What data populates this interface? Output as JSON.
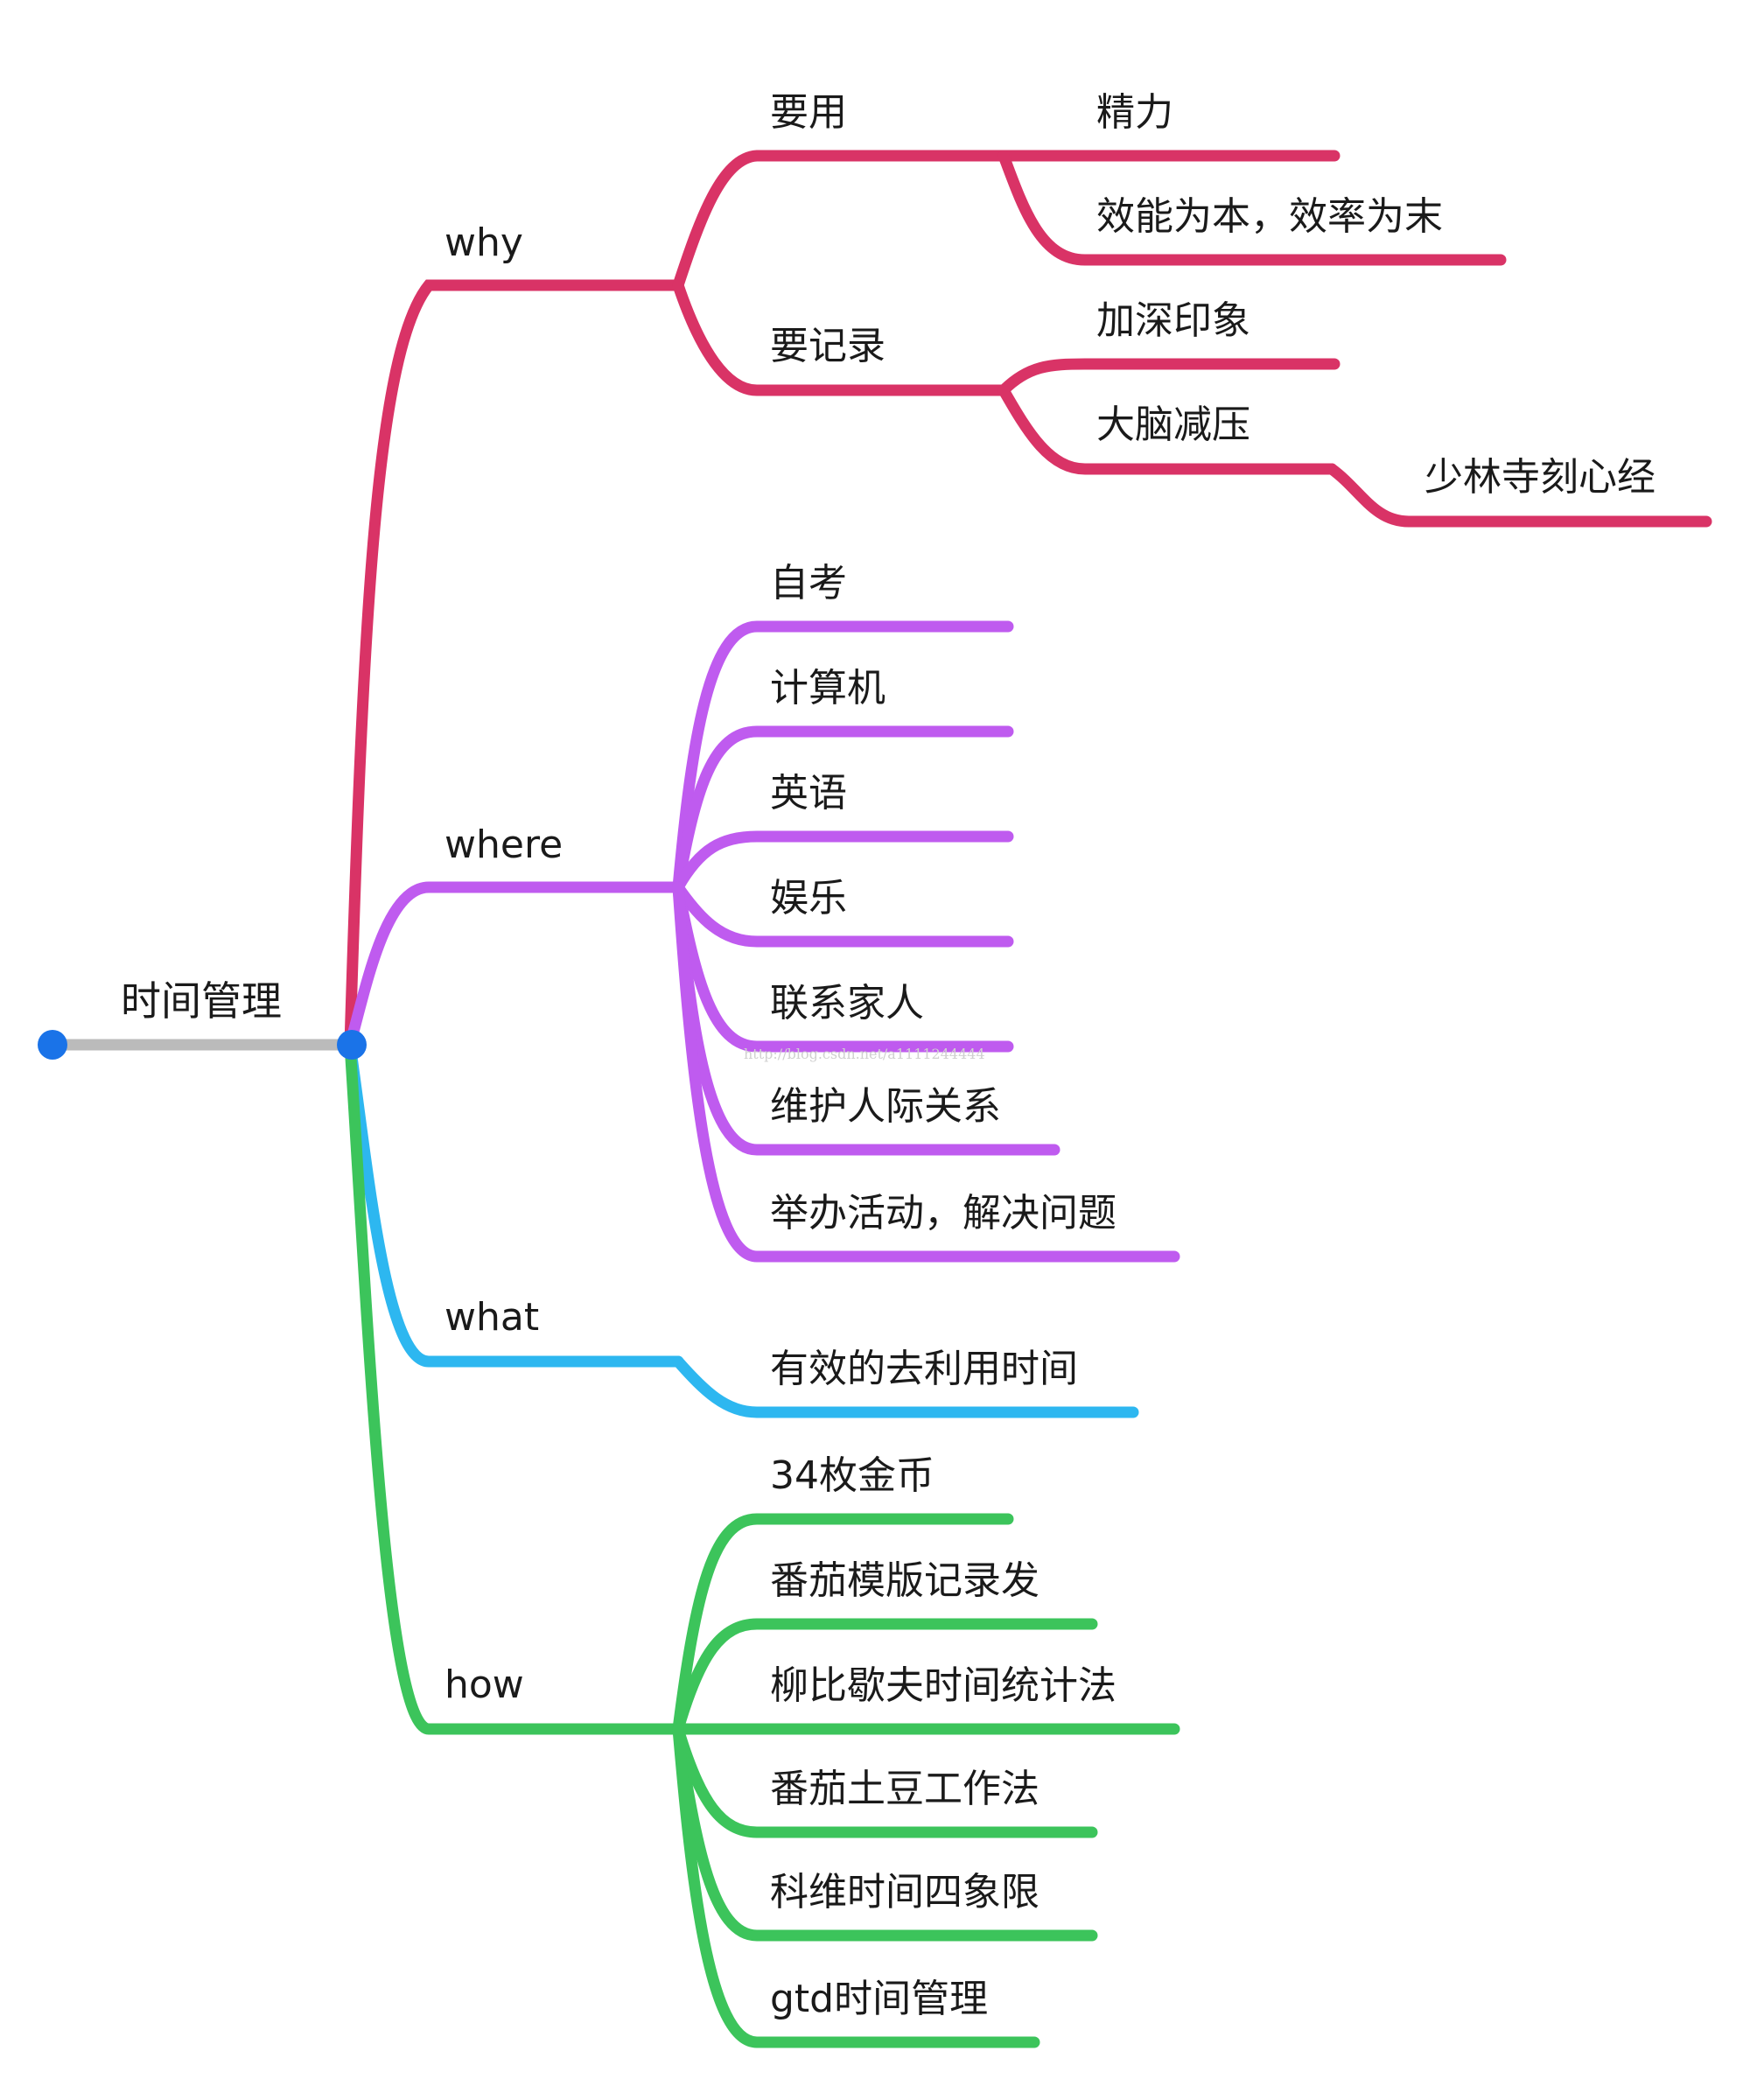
{
  "colors": {
    "root": "#bbbbbb",
    "node_dot": "#1a73e8",
    "why": "#d93366",
    "where": "#bf5bef",
    "what": "#2db7f0",
    "how": "#3cc45b",
    "text": "#1a1a1a"
  },
  "root": {
    "label": "时间管理",
    "branches": [
      {
        "key": "why",
        "label": "why",
        "children": [
          {
            "label": "要用",
            "children": [
              {
                "label": "精力"
              },
              {
                "label": "效能为本，效率为末"
              }
            ]
          },
          {
            "label": "要记录",
            "children": [
              {
                "label": "加深印象"
              },
              {
                "label": "大脑减压",
                "children": [
                  {
                    "label": "少林寺刻心经"
                  }
                ]
              }
            ]
          }
        ]
      },
      {
        "key": "where",
        "label": "where",
        "children": [
          {
            "label": "自考"
          },
          {
            "label": "计算机"
          },
          {
            "label": "英语"
          },
          {
            "label": "娱乐"
          },
          {
            "label": "联系家人"
          },
          {
            "label": "维护人际关系"
          },
          {
            "label": "举办活动，解决问题"
          }
        ]
      },
      {
        "key": "what",
        "label": "what",
        "children": [
          {
            "label": "有效的去利用时间"
          }
        ]
      },
      {
        "key": "how",
        "label": "how",
        "children": [
          {
            "label": "34枚金币"
          },
          {
            "label": "番茄模版记录发"
          },
          {
            "label": "柳比歇夫时间统计法"
          },
          {
            "label": "番茄土豆工作法"
          },
          {
            "label": "科维时间四象限"
          },
          {
            "label": "gtd时间管理"
          }
        ]
      }
    ]
  },
  "watermark": "http://blog.csdn.net/a1111244444"
}
